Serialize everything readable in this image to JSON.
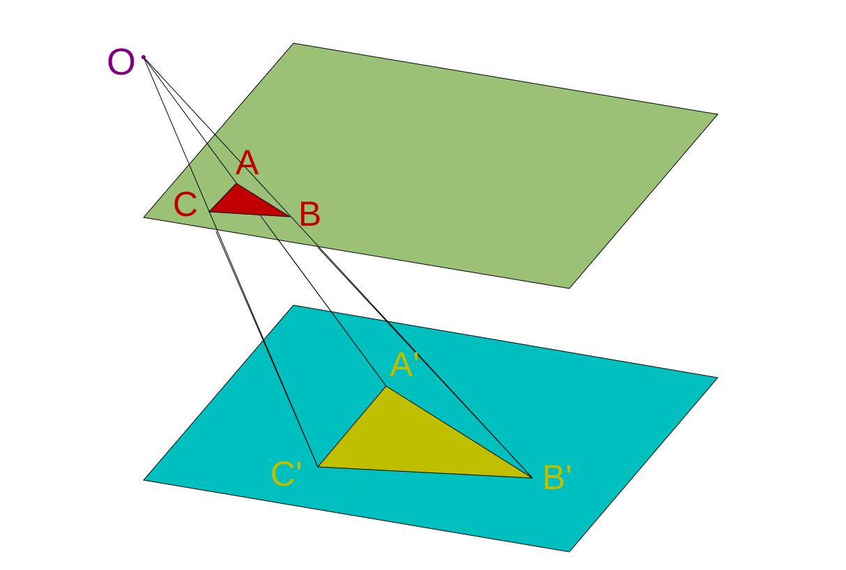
{
  "figure": {
    "colors": {
      "upper_plane": "#9ac175",
      "lower_plane": "#00bfbf",
      "small_triangle": "#c00000",
      "large_triangle": "#bfbf00",
      "point_o": "#7f007f",
      "lines": "#000000"
    },
    "labels": {
      "o": "O",
      "a": "A",
      "b": "B",
      "c": "C",
      "a_prime": "A'",
      "b_prime": "B'",
      "c_prime": "C'"
    }
  }
}
